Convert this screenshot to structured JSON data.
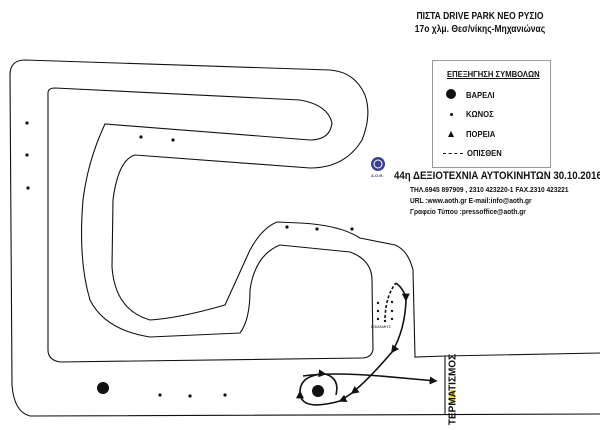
{
  "header": {
    "title": "ΠΙΣΤΑ DRIVE PARK ΝΕΟ ΡΥΣΙΟ",
    "subtitle": "17ο χλμ. Θεσ/νίκης-Μηχανιώνας"
  },
  "legend": {
    "heading": "ΕΠΕΞΗΓΗΣΗ ΣΥΜΒΟΛΩΝ",
    "items": [
      {
        "symbol": "barrel-icon",
        "label": "ΒΑΡΕΛΙ"
      },
      {
        "symbol": "cone-icon",
        "label": "ΚΩΝΟΣ"
      },
      {
        "symbol": "direction-triangle-icon",
        "label": "ΠΟΡΕΙΑ"
      },
      {
        "symbol": "dashed-line-icon",
        "label": "ΟΠΙΣΘΕΝ"
      }
    ]
  },
  "organizer": {
    "logo_text": "Α.Ο.Θ.",
    "event": "44η ΔΕΞΙΟΤΕΧΝΙΑ ΑΥΤΟΚΙΝΗΤΩΝ   30.10.2016",
    "phone": "ΤΗΛ.6945 897909 , 2310 423220-1 FAX.2310 423221",
    "web": "URL :www.aoth.gr E-mail:info@aoth.gr",
    "press": "Γραφείο Τύπου :pressoffice@aoth.gr"
  },
  "map": {
    "start_label": "ΣΗΜΑΝΣΗ",
    "finish_label": "ΤΕΡΜΑΤΙΣΜΟΣ",
    "colors": {
      "line": "#111111",
      "car": "#f2e21c"
    }
  }
}
